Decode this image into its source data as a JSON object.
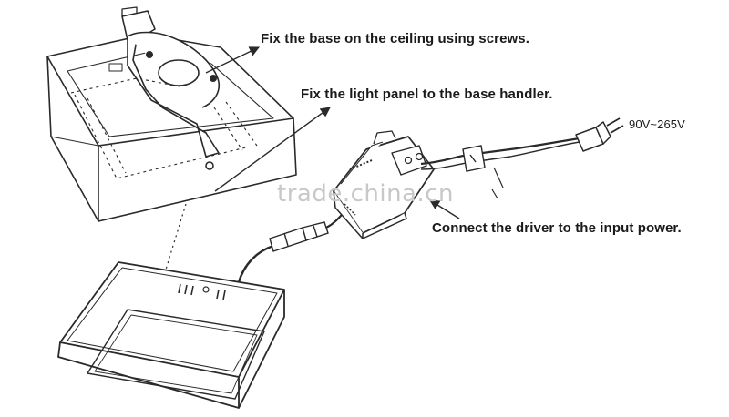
{
  "annotations": {
    "fix_base": "Fix the base on the ceiling using screws.",
    "fix_panel": "Fix the light panel to the base handler.",
    "voltage": "90V~265V",
    "connect_driver": "Connect the driver to the input power."
  },
  "watermark": "trade.china.cn",
  "icons": {
    "plug": "power-plug-icon",
    "driver": "led-driver-icon",
    "panel": "square-led-panel-icon",
    "base": "mounting-base-icon"
  },
  "colors": {
    "line": "#2a2a2a",
    "watermark": "#c8c8c8"
  }
}
